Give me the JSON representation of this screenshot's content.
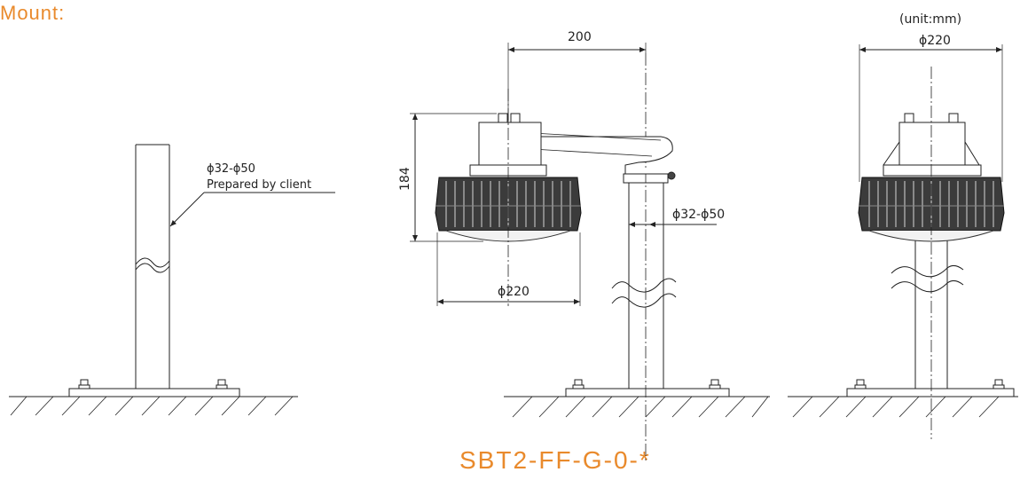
{
  "heading": "Mount:",
  "model": "SBT2-FF-G-0-*",
  "unit_note": "(unit:mm)",
  "left_view": {
    "pole_dia": "ϕ32-ϕ50",
    "pole_note": "Prepared by client"
  },
  "middle_view": {
    "arm_length": "200",
    "height": "184",
    "pole_dia": "ϕ32-ϕ50",
    "lamp_dia": "ϕ220"
  },
  "right_view": {
    "lamp_dia": "ϕ220"
  },
  "colors": {
    "accent": "#e98a2c",
    "line": "#222222"
  }
}
